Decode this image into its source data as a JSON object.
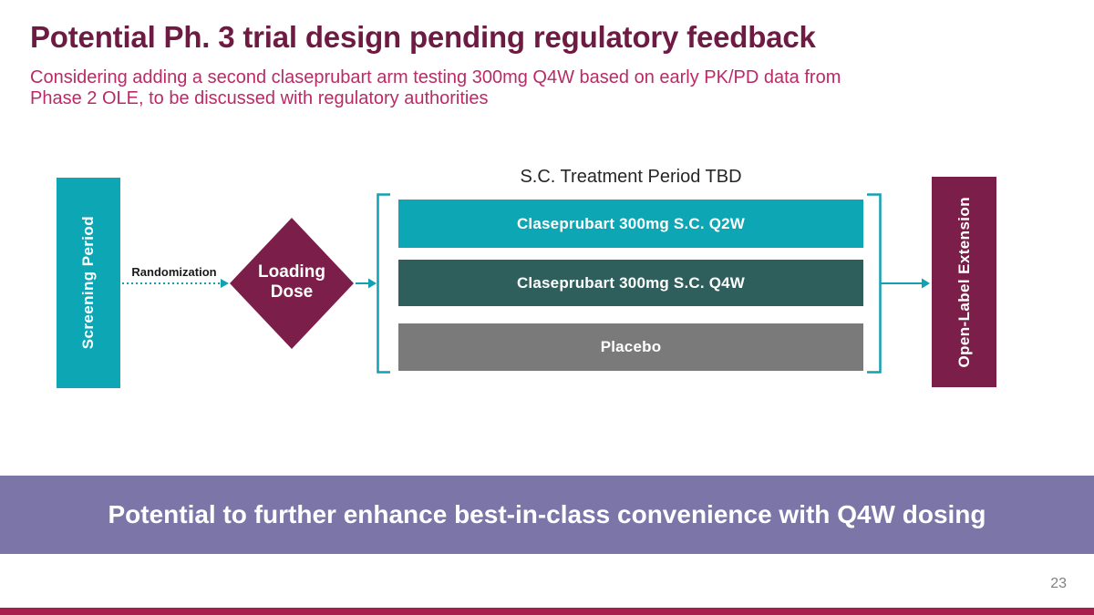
{
  "header": {
    "title": "Potential Ph. 3 trial design pending regulatory feedback",
    "subtitle_line1": "Considering adding a second claseprubart arm testing 300mg Q4W based on early PK/PD data from",
    "subtitle_line2": "Phase 2 OLE, to be discussed with regulatory authorities"
  },
  "diagram": {
    "screening_label": "Screening Period",
    "randomization_label": "Randomization",
    "loading_dose_label": "Loading\nDose",
    "treatment_header": "S.C. Treatment Period TBD",
    "arms": [
      {
        "label": "Claseprubart 300mg S.C. Q2W",
        "color": "#0DA6B5"
      },
      {
        "label": "Claseprubart 300mg S.C. Q4W",
        "color": "#2F5F5D"
      },
      {
        "label": "Placebo",
        "color": "#7A7A7A"
      }
    ],
    "ole_label": "Open-Label Extension"
  },
  "banner": {
    "text": "Potential to further enhance best-in-class convenience with Q4W dosing"
  },
  "footer": {
    "page_number": "23"
  },
  "colors": {
    "title_maroon": "#6E1B43",
    "subtitle_pink": "#BB2A66",
    "teal": "#0DA6B5",
    "dark_teal": "#2F5F5D",
    "gray": "#7A7A7A",
    "maroon": "#7C1E4A",
    "connector_teal": "#12A0B2",
    "banner_purple": "#7B75A8",
    "accent_crimson": "#A81E4D"
  }
}
